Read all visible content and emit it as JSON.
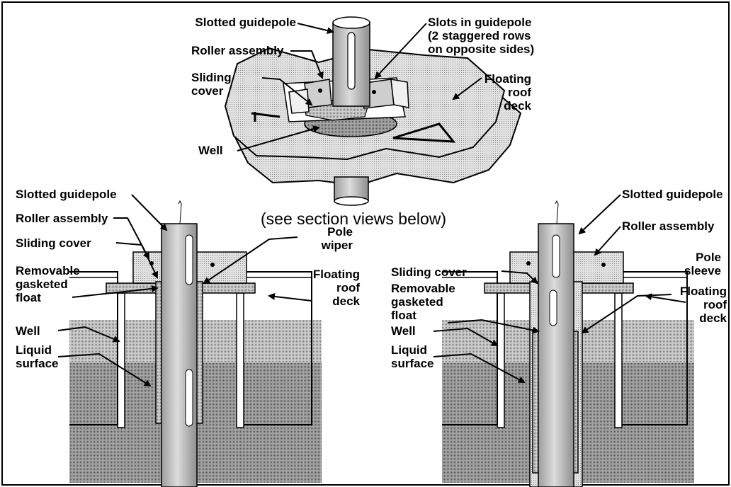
{
  "top": {
    "slotted_guidepole": "Slotted guidepole",
    "slots_in_guidepole": "Slots in guidepole\n(2 staggered rows\non opposite sides)",
    "roller_assembly": "Roller assembly",
    "sliding_cover": "Sliding\ncover",
    "floating_roof_deck": "Floating\nroof\ndeck",
    "well": "Well"
  },
  "caption": "(see section views below)",
  "left_section": {
    "slotted_guidepole": "Slotted guidepole",
    "roller_assembly": "Roller assembly",
    "sliding_cover": "Sliding cover",
    "removable_gasketed_float": "Removable\ngasketed\nfloat",
    "well": "Well",
    "liquid_surface": "Liquid\nsurface",
    "pole_wiper": "Pole\nwiper",
    "floating_roof_deck": "Floating\nroof\ndeck"
  },
  "right_section": {
    "slotted_guidepole": "Slotted guidepole",
    "roller_assembly": "Roller assembly",
    "sliding_cover": "Sliding cover",
    "removable_gasketed_float": "Removable\ngasketed\nfloat",
    "well": "Well",
    "liquid_surface": "Liquid\nsurface",
    "pole_sleeve": "Pole\nsleeve",
    "floating_roof_deck": "Floating\nroof\ndeck"
  },
  "colors": {
    "stipple_light": "#d6d6d6",
    "stipple_mid": "#bdbdbd",
    "stipple_dark": "#9a9a9a",
    "liquid": "#a9a9a9",
    "ink": "#000000"
  }
}
